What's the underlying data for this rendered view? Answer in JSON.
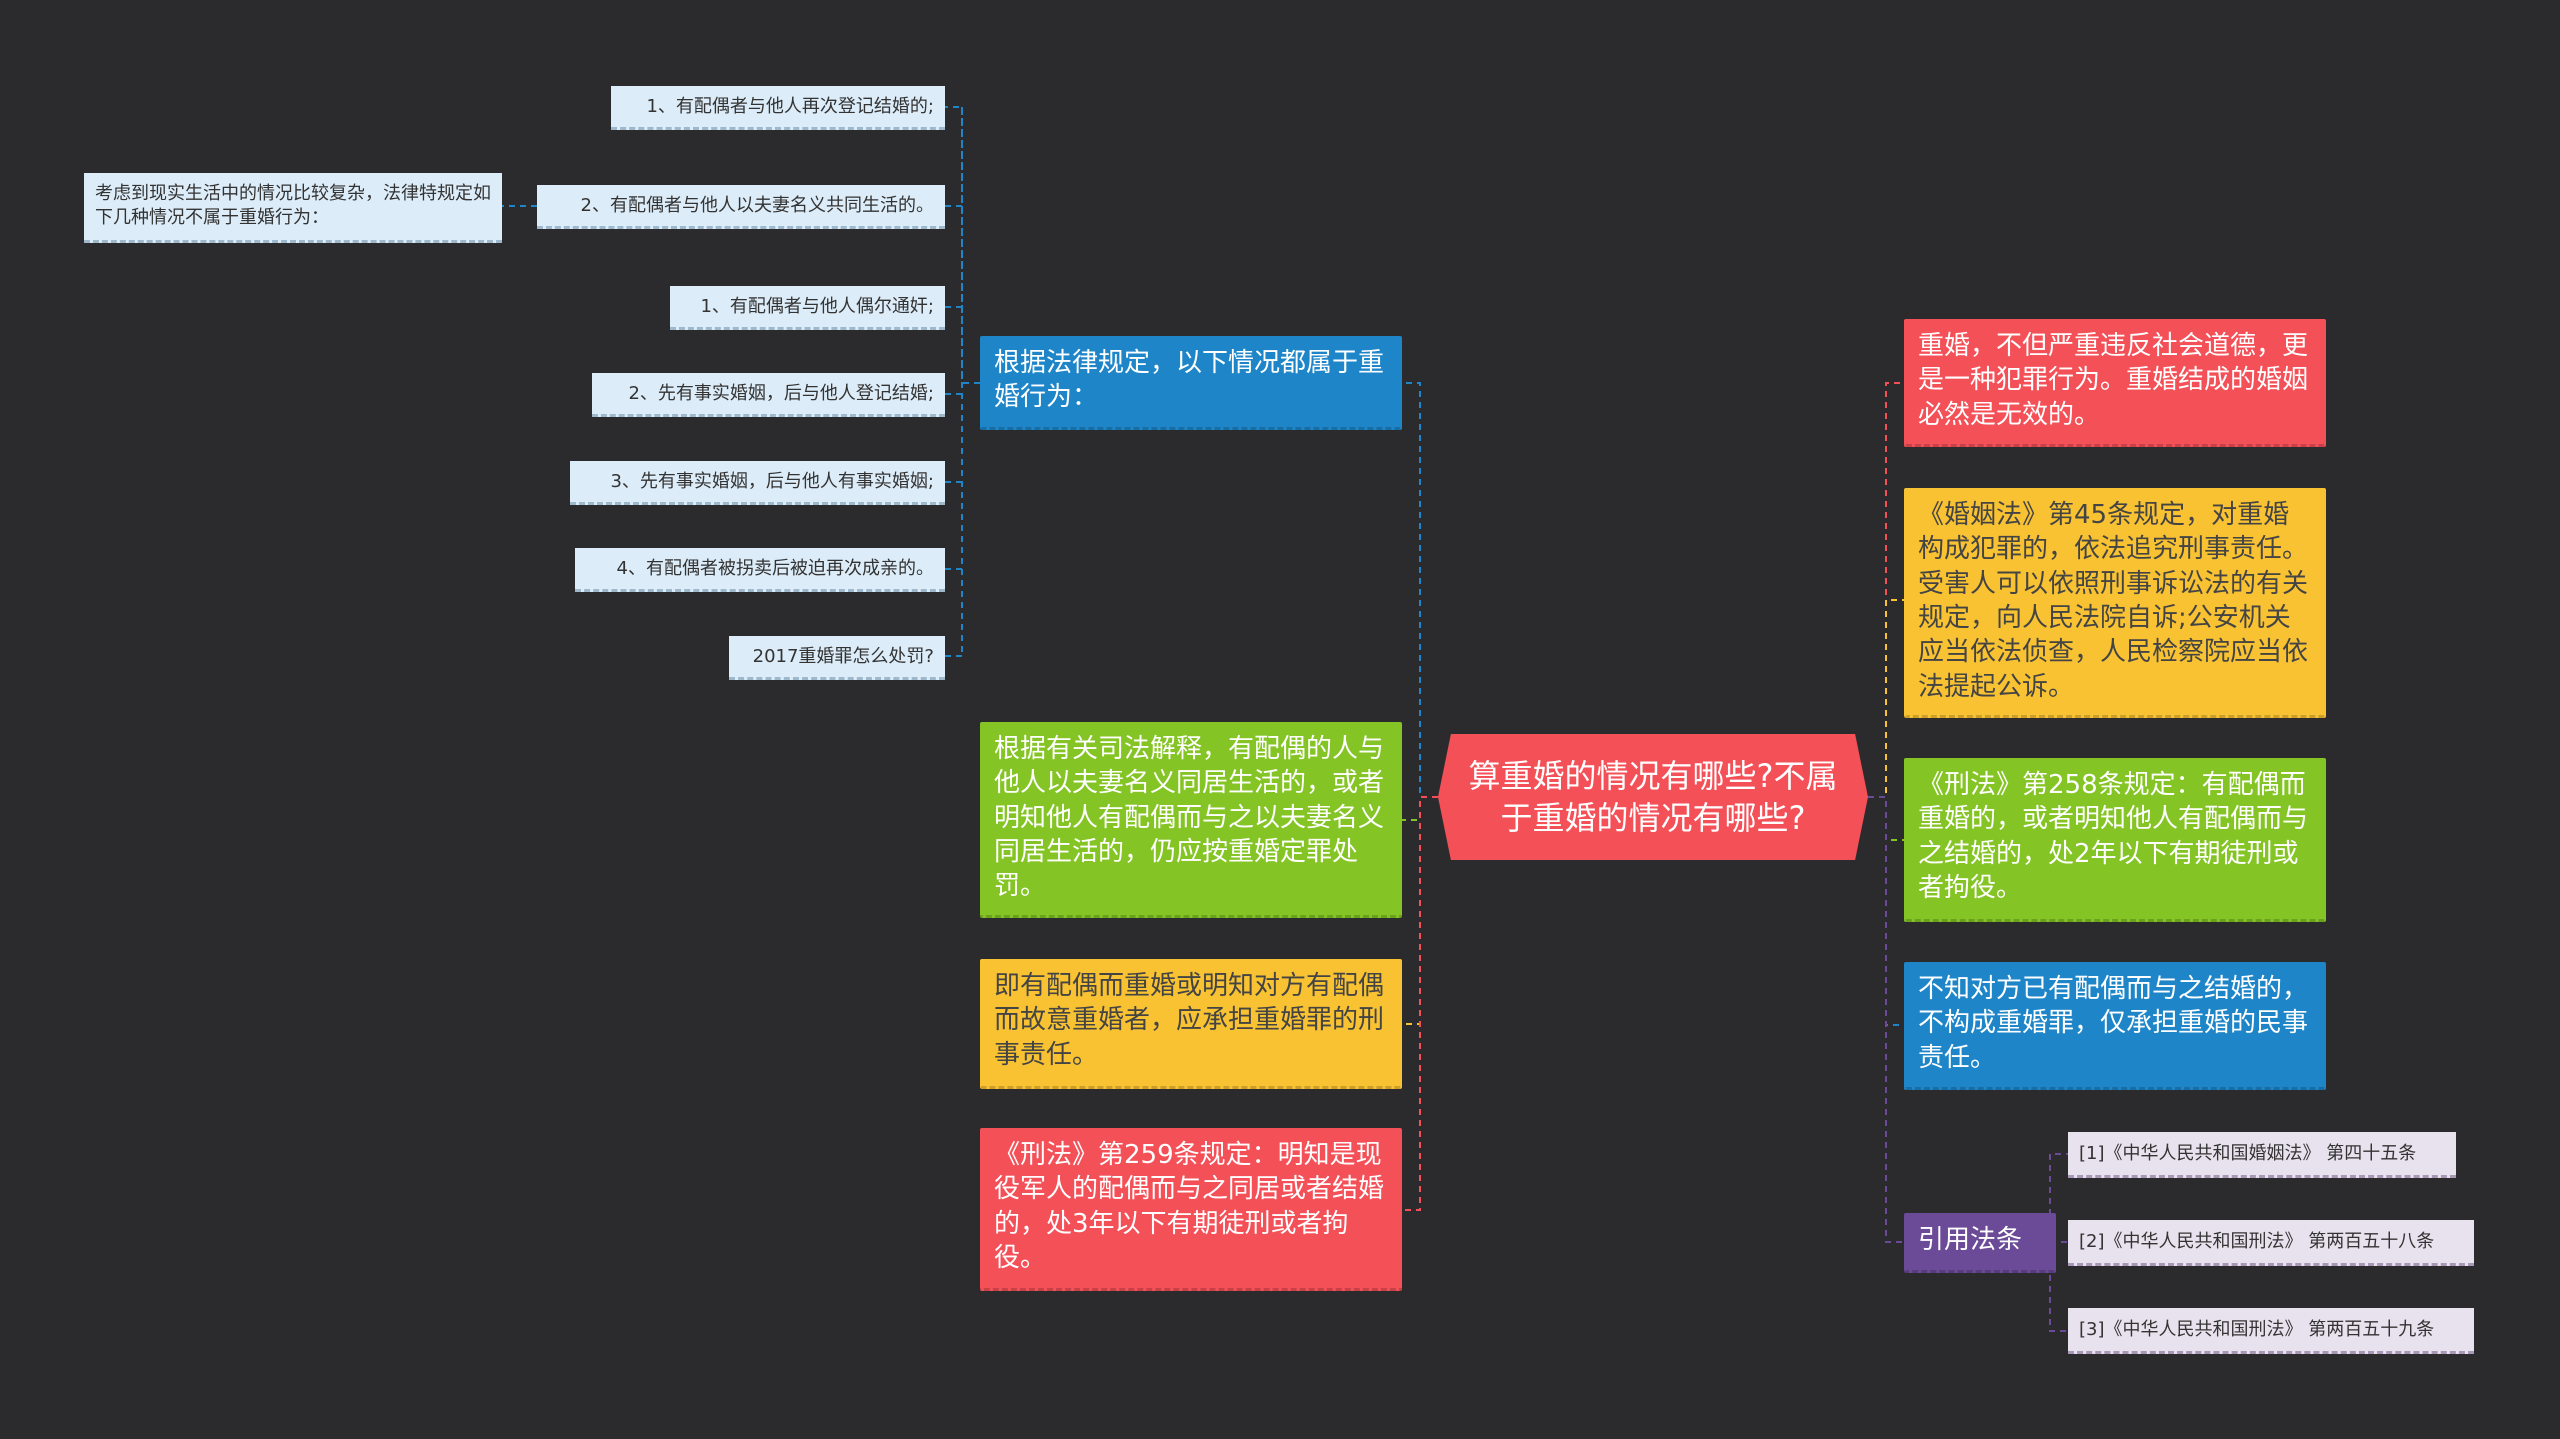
{
  "center": {
    "title": "算重婚的情况有哪些?不属于重婚的情况有哪些?"
  },
  "left": {
    "branch1": {
      "text": "根据法律规定，以下情况都属于重婚行为：",
      "children": [
        "1、有配偶者与他人再次登记结婚的;",
        "2、有配偶者与他人以夫妻名义共同生活的。",
        "1、有配偶者与他人偶尔通奸;",
        "2、先有事实婚姻，后与他人登记结婚;",
        "3、先有事实婚姻，后与他人有事实婚姻;",
        "4、有配偶者被拐卖后被迫再次成亲的。",
        "2017重婚罪怎么处罚?"
      ],
      "note": "考虑到现实生活中的情况比较复杂，法律特规定如下几种情况不属于重婚行为："
    },
    "branch2": "根据有关司法解释，有配偶的人与他人以夫妻名义同居生活的，或者明知他人有配偶而与之以夫妻名义同居生活的，仍应按重婚定罪处罚。",
    "branch3": "即有配偶而重婚或明知对方有配偶而故意重婚者，应承担重婚罪的刑事责任。",
    "branch4": "《刑法》第259条规定：明知是现役军人的配偶而与之同居或者结婚的，处3年以下有期徒刑或者拘役。"
  },
  "right": {
    "r1": "重婚，不但严重违反社会道德，更是一种犯罪行为。重婚结成的婚姻必然是无效的。",
    "r2": "《婚姻法》第45条规定，对重婚构成犯罪的，依法追究刑事责任。受害人可以依照刑事诉讼法的有关规定，向人民法院自诉;公安机关应当依法侦查，人民检察院应当依法提起公诉。",
    "r3": "《刑法》第258条规定：有配偶而重婚的，或者明知他人有配偶而与之结婚的，处2年以下有期徒刑或者拘役。",
    "r4": "不知对方已有配偶而与之结婚的，不构成重婚罪，仅承担重婚的民事责任。",
    "refs": {
      "label": "引用法条",
      "items": [
        "[1]《中华人民共和国婚姻法》 第四十五条",
        "[2]《中华人民共和国刑法》 第两百五十八条",
        "[3]《中华人民共和国刑法》 第两百五十九条"
      ]
    }
  },
  "colors": {
    "background": "#2b2b2d",
    "blue": "#1e86c8",
    "green": "#84c525",
    "yellow": "#f8c232",
    "red": "#f45058",
    "purple": "#6b4a98",
    "leaf": "#dcecf8"
  }
}
